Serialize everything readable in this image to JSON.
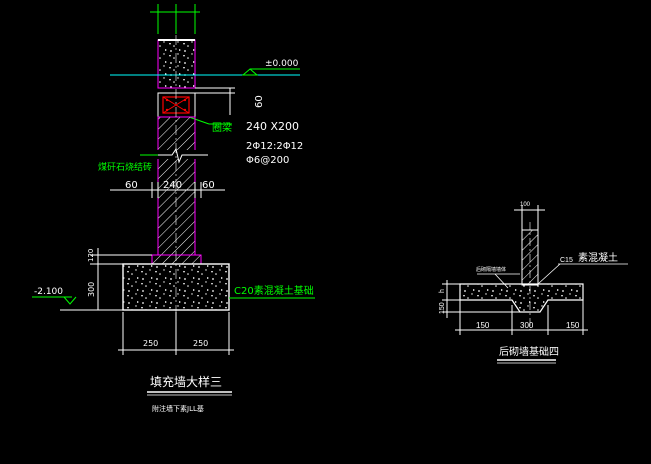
{
  "colors": {
    "background": "#000000",
    "line": "#ffffff",
    "dimension": "#00ff00",
    "wall_outline": "#ff00ff",
    "ground_line": "#00ffff",
    "beam_mark": "#ff0000",
    "hatch_fill": "#ffffff"
  },
  "detail3": {
    "elevation_top": "±0.000",
    "dim_60_vertical": "60",
    "beam_label": "圈梁",
    "beam_size": "240 X200",
    "beam_rebar": "2Φ12:2Φ12",
    "beam_stirrup": "Φ6@200",
    "wall_label": "煤矸石烧结砖",
    "dim_left_60": "60",
    "dim_wall_240": "240",
    "dim_right_60": "60",
    "dim_120": "120",
    "elevation_bottom": "-2.100",
    "dim_300_vertical": "300",
    "footing_label": "C20素混凝土基础",
    "dim_250_left": "250",
    "dim_250_right": "250",
    "title": "填充墙大样三",
    "subtitle": "附注墙下素JLL基"
  },
  "detail4": {
    "dim_100": "100",
    "label_left": "后砌隔墙墙体",
    "label_c15": "C15",
    "label_concrete": "素混凝土",
    "dim_h": "h",
    "dim_150_vertical": "150",
    "dim_150_left": "150",
    "dim_300": "300",
    "dim_150_right": "150",
    "title": "后砌墙基础四"
  }
}
